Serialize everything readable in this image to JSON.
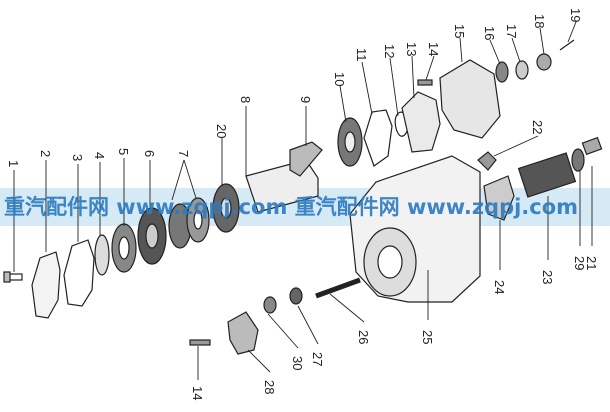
{
  "watermark": {
    "text": "重汽配件网 www.zqpj.com  重汽配件网 www.zqpj.com",
    "band_color": "#cfe6f5"
  },
  "callouts": [
    {
      "label": "1"
    },
    {
      "label": "2"
    },
    {
      "label": "3"
    },
    {
      "label": "4"
    },
    {
      "label": "5"
    },
    {
      "label": "6"
    },
    {
      "label": "7"
    },
    {
      "label": "8"
    },
    {
      "label": "9"
    },
    {
      "label": "10"
    },
    {
      "label": "11"
    },
    {
      "label": "12"
    },
    {
      "label": "13"
    },
    {
      "label": "14"
    },
    {
      "label": "15"
    },
    {
      "label": "16"
    },
    {
      "label": "17"
    },
    {
      "label": "18"
    },
    {
      "label": "19"
    },
    {
      "label": "20"
    },
    {
      "label": "21"
    },
    {
      "label": "22"
    },
    {
      "label": "23"
    },
    {
      "label": "24"
    },
    {
      "label": "25"
    },
    {
      "label": "26"
    },
    {
      "label": "27"
    },
    {
      "label": "28"
    },
    {
      "label": "29"
    },
    {
      "label": "30"
    },
    {
      "label": "14"
    }
  ]
}
